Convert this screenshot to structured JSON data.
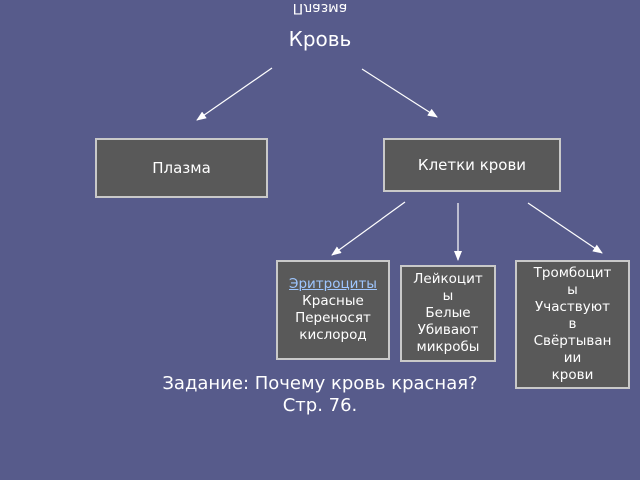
{
  "mirrored_text": "Плазма",
  "root": "Кровь",
  "plasma": "Плазма",
  "blood_cells": "Клетки крови",
  "erythrocytes": {
    "title": "Эритроциты",
    "lines": [
      "Красные",
      "Переносят",
      "кислород"
    ]
  },
  "leukocytes": {
    "lines": [
      "Лейкоцит",
      "ы",
      "Белые",
      "Убивают",
      "микробы"
    ]
  },
  "thrombocytes": {
    "lines": [
      "Тромбоцит",
      "ы",
      "Участвуют",
      "в",
      "Свёртыван",
      "ии",
      "крови"
    ]
  },
  "task": {
    "line1": "Задание: Почему кровь красная?",
    "line2": "Стр. 76."
  },
  "colors": {
    "background": "#575b8b",
    "box_fill": "#595959",
    "box_border": "#c9c9c9",
    "link": "#9ec6ff"
  }
}
